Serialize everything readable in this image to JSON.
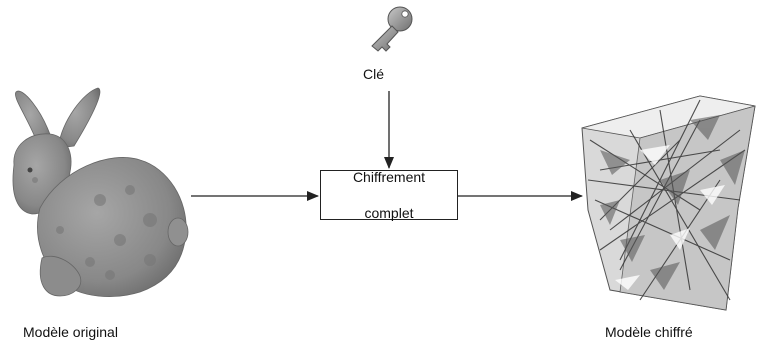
{
  "labels": {
    "original_model": "Modèle original",
    "encrypted_model": "Modèle chiffré",
    "key": "Clé",
    "process_line1": "Chiffrement",
    "process_line2": "complet"
  },
  "icons": {
    "key": "key-icon",
    "bunny": "stanford-bunny-mesh",
    "encrypted_cube": "scrambled-mesh-cube"
  },
  "colors": {
    "mesh": "#8a8a8a",
    "mesh_dark": "#5a5a5a",
    "line": "#222222"
  }
}
